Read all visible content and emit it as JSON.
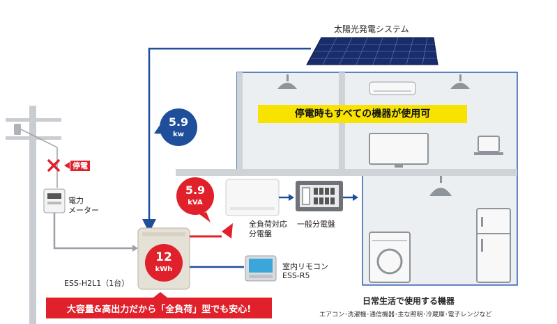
{
  "solar": {
    "label": "太陽光発電システム"
  },
  "house": {
    "banner": "停電時もすべての機器が使用可"
  },
  "pv_power": {
    "value": "5.9",
    "unit": "kw"
  },
  "battery_output": {
    "value": "5.9",
    "unit": "kVA"
  },
  "outage": {
    "label": "停電"
  },
  "meter": {
    "label_line1": "電力",
    "label_line2": "メーター"
  },
  "battery": {
    "capacity_value": "12",
    "capacity_unit": "kWh",
    "model": "ESS-H2L1（1台）"
  },
  "full_load_panel": {
    "line1": "全負荷対応",
    "line2": "分電盤"
  },
  "general_panel": {
    "label": "一般分電盤"
  },
  "remote": {
    "line1": "室内リモコン",
    "line2": "ESS-R5"
  },
  "appliances": {
    "title": "日常生活で使用する機器",
    "list": "エアコン･洗濯機･通信機器･主な照明･冷蔵庫･電子レンジなど"
  },
  "tagline": {
    "text": "大容量&高出力だから「全負荷」型でも安心!"
  },
  "colors": {
    "line_blue": "#1f4e9a",
    "line_red": "#e0202a",
    "banner_yellow": "#f8e300",
    "house_bg": "#eceff2",
    "house_border": "#2f5fb0"
  }
}
